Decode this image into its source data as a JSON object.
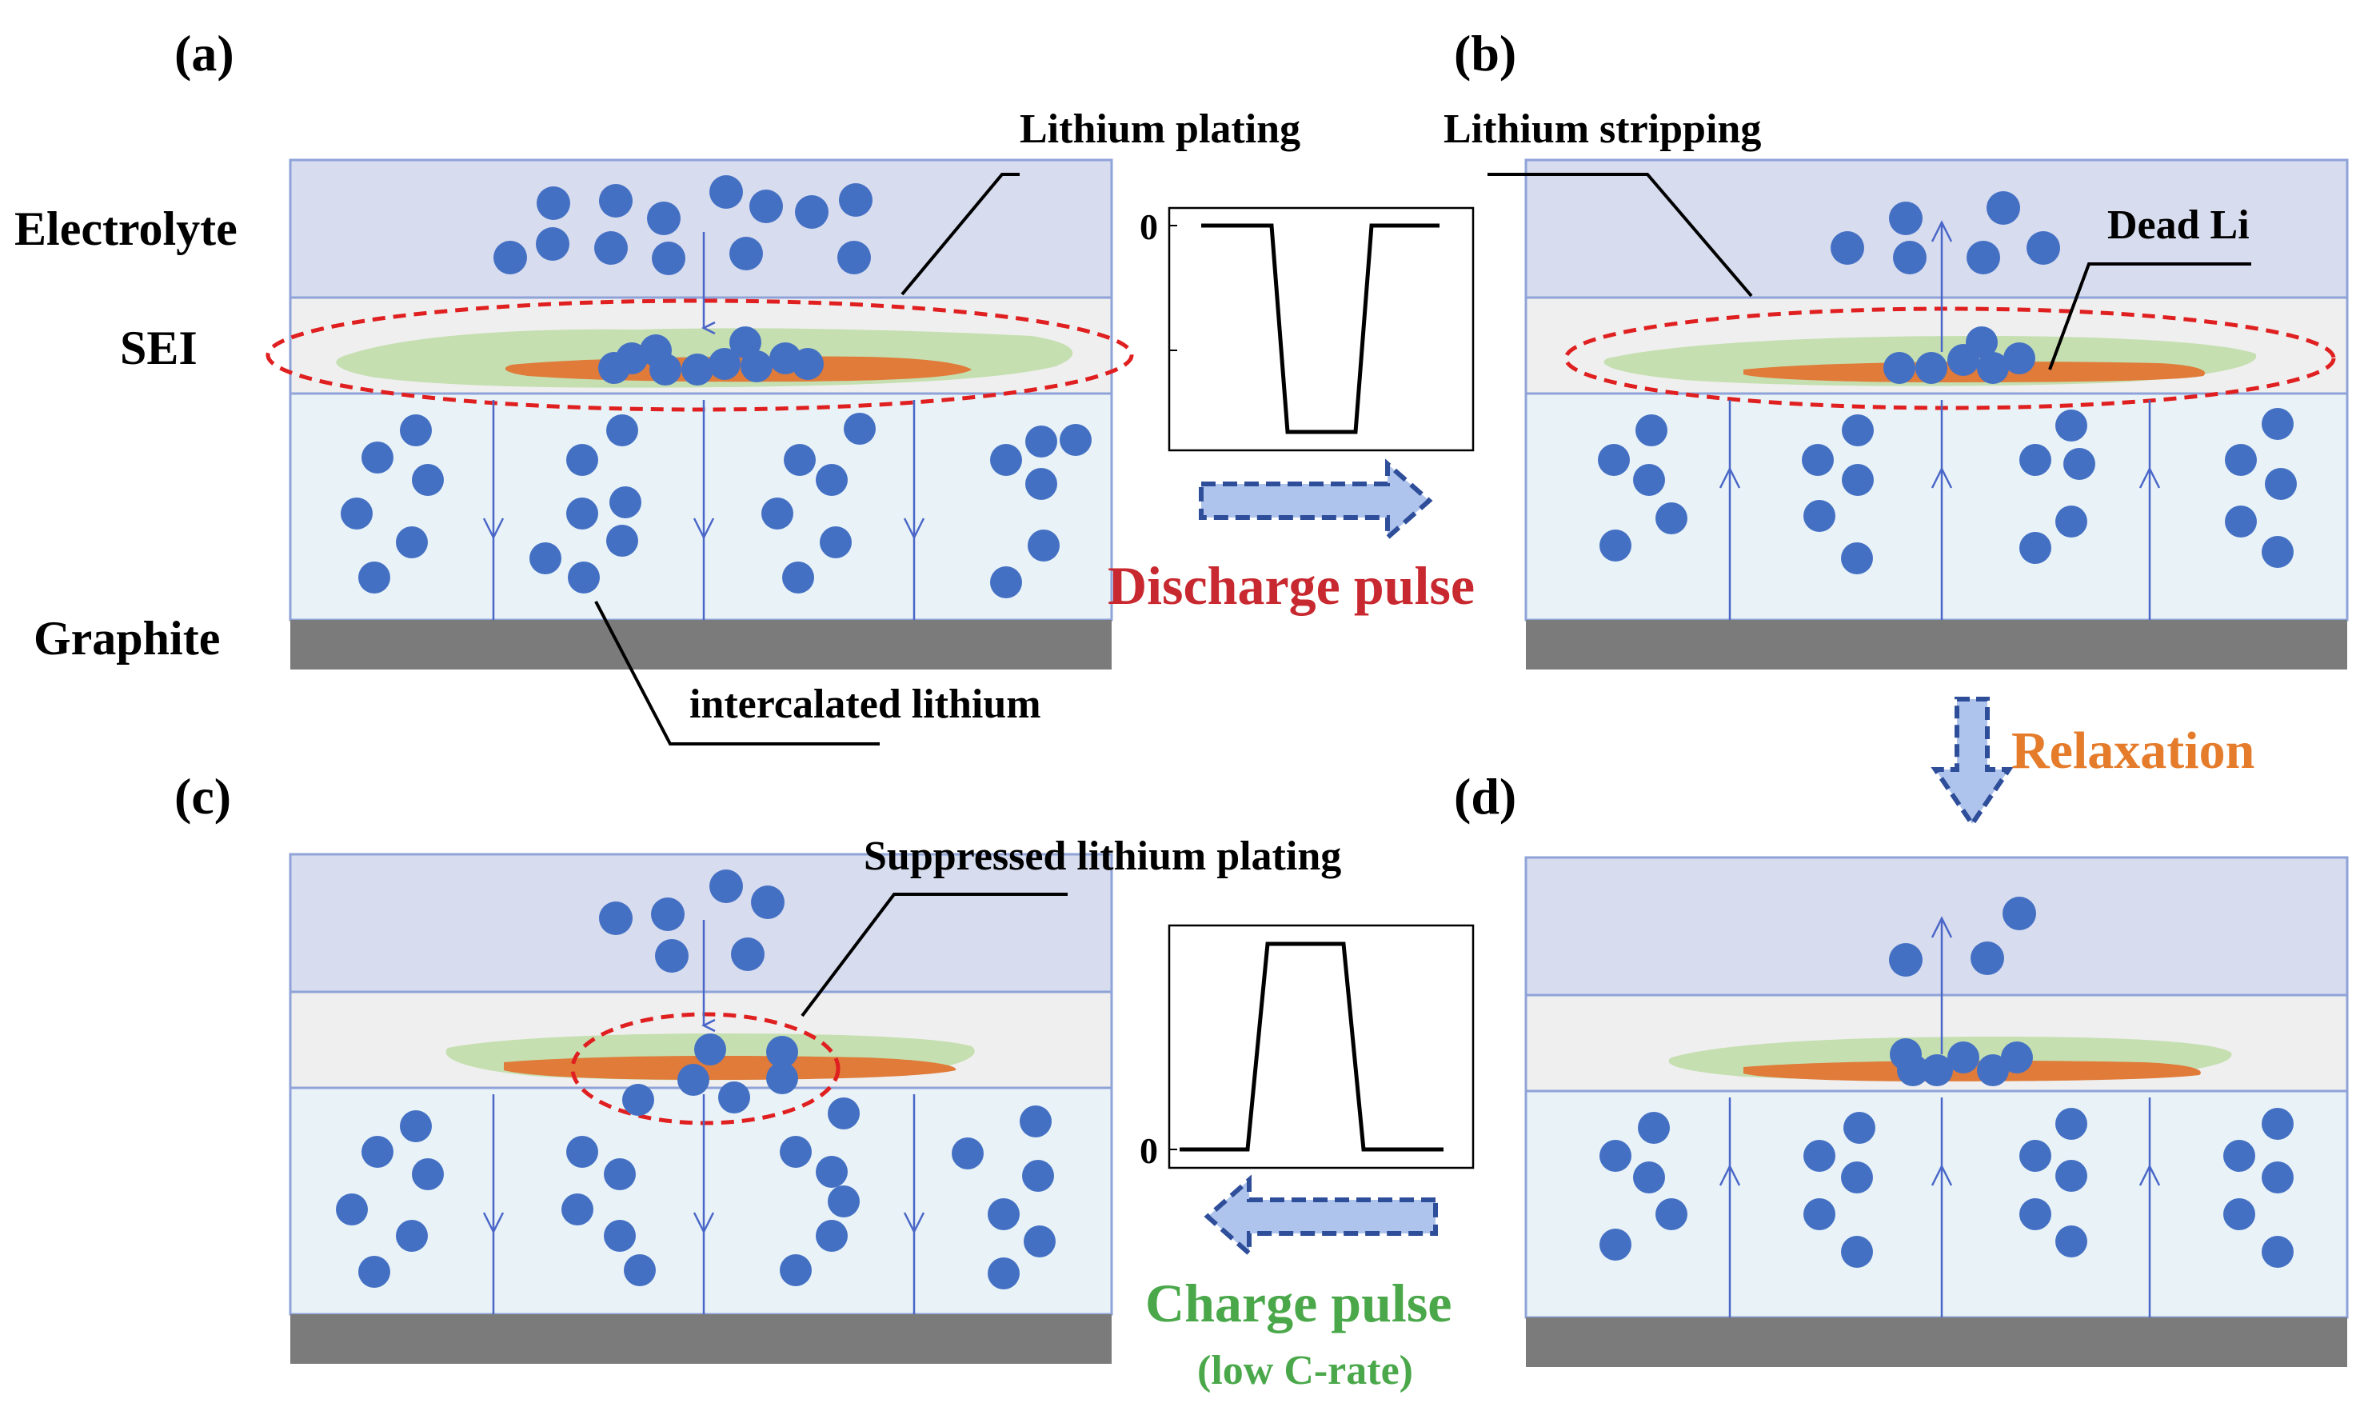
{
  "colors": {
    "electrolyte": "#d7dcee",
    "sei": "#efefef",
    "graphite_layer": "#e9f3f7",
    "current_collector": "#7b7b7b",
    "border": "#8fa3d8",
    "ion": "#4470c4",
    "arrow_line": "#4a66c8",
    "sei_green": "#c5dfb0",
    "plated_li": "#e07b39",
    "dashed_ellipse": "#e02020",
    "discharge_text": "#c8282f",
    "relax_text": "#e57c2b",
    "charge_text": "#4aa84a",
    "block_arrow_fill": "#aec4ec",
    "block_arrow_stroke": "#2f4e9a"
  },
  "panels": {
    "a": {
      "label": "(a)"
    },
    "b": {
      "label": "(b)"
    },
    "c": {
      "label": "(c)"
    },
    "d": {
      "label": "(d)"
    }
  },
  "layers": {
    "electrolyte": "Electrolyte",
    "sei": "SEI",
    "graphite": "Graphite"
  },
  "callouts": {
    "plating": "Lithium plating",
    "stripping": "Lithium stripping",
    "dead_li": "Dead Li",
    "intercalated": "intercalated lithium",
    "suppressed": "Suppressed lithium plating"
  },
  "pulses": {
    "discharge": "Discharge pulse",
    "relaxation": "Relaxation",
    "charge": "Charge pulse",
    "charge_note": "(low C-rate)",
    "zero_label": "0"
  },
  "icons": {
    "lithium_ion": "circle",
    "flow_arrow": "arrow",
    "block_arrow": "dashed-block-arrow"
  }
}
